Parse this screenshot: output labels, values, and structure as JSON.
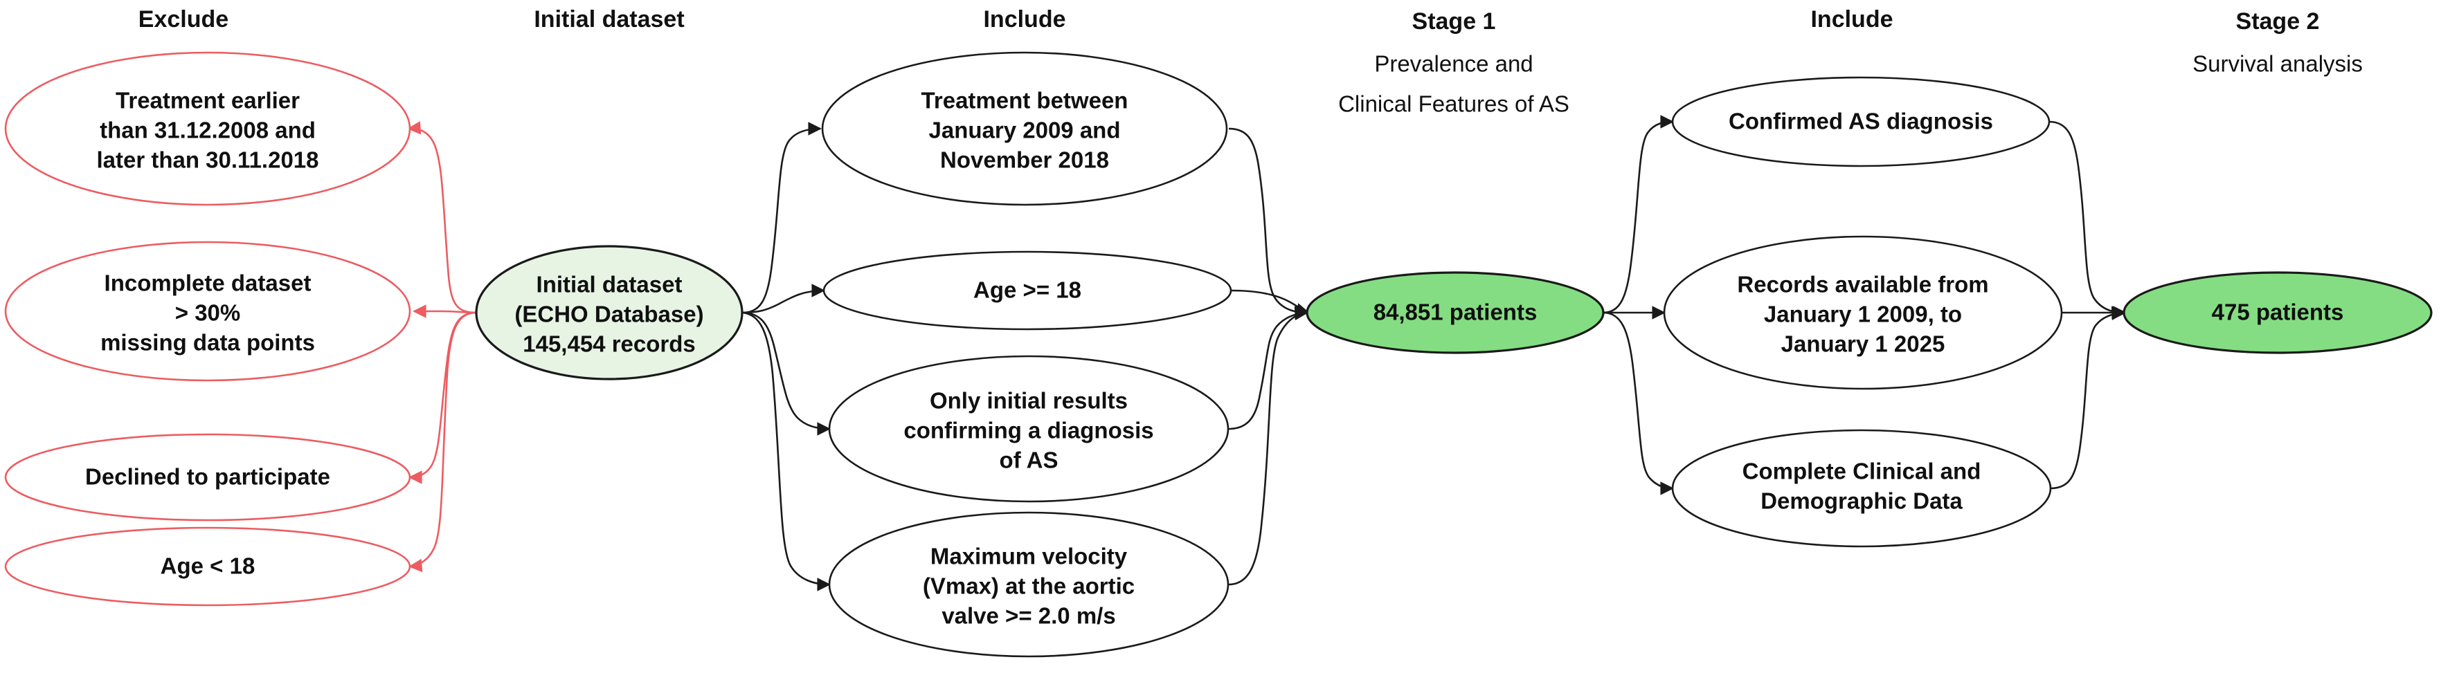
{
  "diagram": {
    "title_visible": false,
    "colors": {
      "exclude_stroke": "#ec5c61",
      "include_stroke": "#1a1a1a",
      "initial_fill": "#e7f4e4",
      "stage_fill": "#84dd82",
      "text": "#101010",
      "background": "#ffffff"
    }
  },
  "columns": [
    {
      "key": "exclude",
      "header": "Exclude",
      "sub": ""
    },
    {
      "key": "initial",
      "header": "Initial dataset",
      "sub": ""
    },
    {
      "key": "include1",
      "header": "Include",
      "sub": ""
    },
    {
      "key": "stage1",
      "header": "Stage 1",
      "sub": "Prevalence and\nClinical Features of AS",
      "sub_line1": "Prevalence and",
      "sub_line2": "Clinical Features of AS"
    },
    {
      "key": "include2",
      "header": "Include",
      "sub": ""
    },
    {
      "key": "stage2",
      "header": "Stage 2",
      "sub": "Survival analysis",
      "sub_line1": "Survival analysis",
      "sub_line2": ""
    }
  ],
  "nodes": {
    "exclude": [
      {
        "id": "ex1",
        "lines": [
          "Treatment earlier",
          "than 31.12.2008 and",
          "later than 30.11.2018"
        ]
      },
      {
        "id": "ex2",
        "lines": [
          "Incomplete dataset",
          "> 30%",
          "missing data points"
        ]
      },
      {
        "id": "ex3",
        "lines": [
          "Declined to participate"
        ]
      },
      {
        "id": "ex4",
        "lines": [
          "Age < 18"
        ]
      }
    ],
    "initial": [
      {
        "id": "init",
        "lines": [
          "Initial dataset",
          "(ECHO Database)",
          "145,454 records"
        ]
      }
    ],
    "include1": [
      {
        "id": "in1",
        "lines": [
          "Treatment between",
          "January 2009 and",
          "November 2018"
        ]
      },
      {
        "id": "in2",
        "lines": [
          "Age >= 18"
        ]
      },
      {
        "id": "in3",
        "lines": [
          "Only initial results",
          "confirming a diagnosis",
          "of AS"
        ]
      },
      {
        "id": "in4",
        "lines": [
          "Maximum velocity",
          "(Vmax) at the aortic",
          "valve >= 2.0 m/s"
        ]
      }
    ],
    "stage1": [
      {
        "id": "st1",
        "lines": [
          "84,851 patients"
        ]
      }
    ],
    "include2": [
      {
        "id": "i2a",
        "lines": [
          "Confirmed AS diagnosis"
        ]
      },
      {
        "id": "i2b",
        "lines": [
          "Records available from",
          "January 1 2009, to",
          "January 1 2025"
        ]
      },
      {
        "id": "i2c",
        "lines": [
          "Complete Clinical and",
          "Demographic Data"
        ]
      }
    ],
    "stage2": [
      {
        "id": "st2",
        "lines": [
          "475 patients"
        ]
      }
    ]
  }
}
